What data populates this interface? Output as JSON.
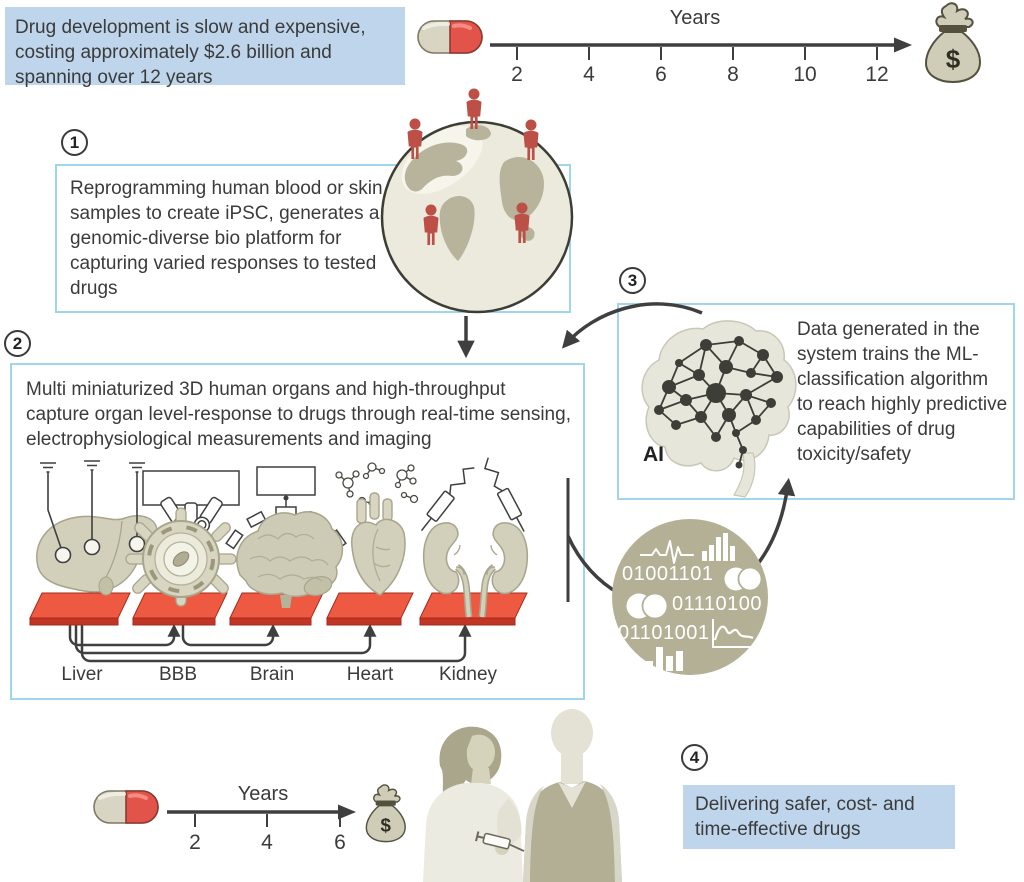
{
  "intro_box": {
    "text": "Drug development is slow and expensive, costing approximately $2.6 billion and spanning over 12 years"
  },
  "top_timeline": {
    "label": "Years",
    "ticks": [
      "2",
      "4",
      "6",
      "8",
      "10",
      "12"
    ],
    "money_symbol": "$"
  },
  "bottom_timeline": {
    "label": "Years",
    "ticks": [
      "2",
      "4",
      "6"
    ],
    "money_symbol": "$"
  },
  "steps": [
    {
      "number": "1",
      "text": "Reprogramming human blood or skin samples to create iPSC, generates a genomic-diverse bio platform for capturing varied responses to tested drugs"
    },
    {
      "number": "2",
      "text": "Multi miniaturized 3D human organs and high-throughput capture organ level-response to drugs through real-time sensing, electrophysiological measurements and imaging",
      "organs": [
        "Liver",
        "BBB",
        "Brain",
        "Heart",
        "Kidney"
      ]
    },
    {
      "number": "3",
      "text": "Data generated in the system trains the ML-classification algorithm to reach highly predictive capabilities of drug toxicity/safety",
      "ai_label": "AI"
    },
    {
      "number": "4",
      "text": "Delivering safer, cost- and time-effective drugs"
    }
  ],
  "data_circle": {
    "binary_lines": [
      "01001101",
      "01110100",
      "01101001"
    ],
    "icons": [
      "ecg-waveform",
      "bar-chart",
      "venn-overlap",
      "venn-overlap",
      "line-chart",
      "bar-chart"
    ]
  },
  "colors": {
    "panel_blue": "#bed5ec",
    "box_border_blue": "#9fd6e9",
    "figure_red": "#bc4f46",
    "platform_red": "#ee5a41",
    "platform_red_dark": "#c13524",
    "khaki": "#b3b095",
    "organ_beige": "#d2cfba",
    "line_dark": "#3f3f3f"
  }
}
